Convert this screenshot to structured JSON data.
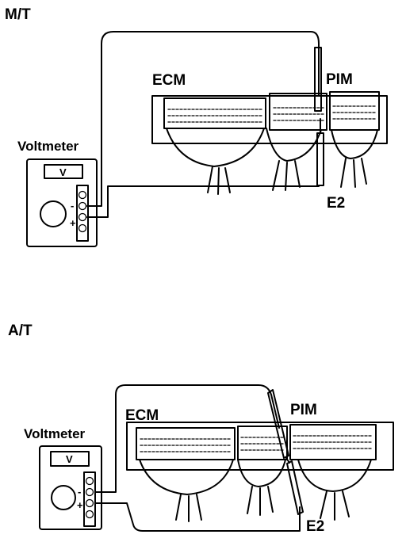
{
  "diagrams": [
    {
      "title": "M/T",
      "voltmeter_label": "Voltmeter",
      "meter_display": "V",
      "minus_sign": "-",
      "plus_sign": "+",
      "ecm_label": "ECM",
      "pim_label": "PIM",
      "e2_label": "E2"
    },
    {
      "title": "A/T",
      "voltmeter_label": "Voltmeter",
      "meter_display": "V",
      "minus_sign": "-",
      "plus_sign": "+",
      "ecm_label": "ECM",
      "pim_label": "PIM",
      "e2_label": "E2"
    }
  ],
  "icons": [
    "voltmeter-icon",
    "ecm-connector-icon",
    "test-probe-icon",
    "wire-harness-icon"
  ]
}
